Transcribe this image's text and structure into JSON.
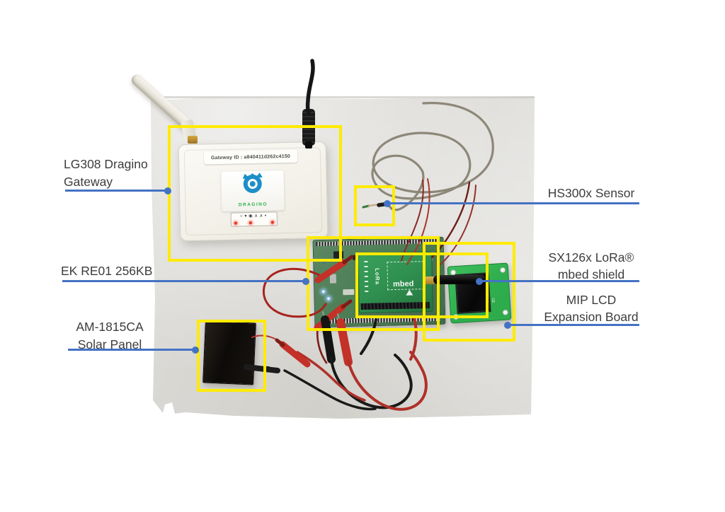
{
  "callouts": {
    "gateway": {
      "line1": "LG308 Dragino",
      "line2": "Gateway"
    },
    "ek_board": {
      "line1": "EK RE01 256KB"
    },
    "solar_panel": {
      "line1": "AM-1815CA",
      "line2": "Solar Panel"
    },
    "sensor": {
      "line1": "HS300x Sensor"
    },
    "lora_shield": {
      "line1": "SX126x LoRa®",
      "line2": "mbed shield"
    },
    "lcd_board": {
      "line1": "MIP LCD",
      "line2": "Expansion Board"
    }
  },
  "photo": {
    "gateway_id_label": "Gateway ID : a840411d262c4150",
    "gateway_brand": "DRAGINO",
    "gateway_leds": "○▾◉∧∧▪",
    "shield_text_lora": "LoRa",
    "shield_text_mbed": "mbed",
    "lcd_silkscreen": "CE"
  },
  "colors": {
    "highlight": "#ffeb00",
    "leader": "#4472c4",
    "label_text": "#3d3d3d",
    "logo_blue": "#1d8fc8",
    "brand_green": "#2eb14a",
    "foam": "#dbdad6",
    "ek_pcb": "#4d7f56",
    "shield_pcb": "#2f8f4f",
    "lcd_pcb": "#2fae4d",
    "wire_gray": "#8d8778",
    "wire_red": "#b03028"
  }
}
